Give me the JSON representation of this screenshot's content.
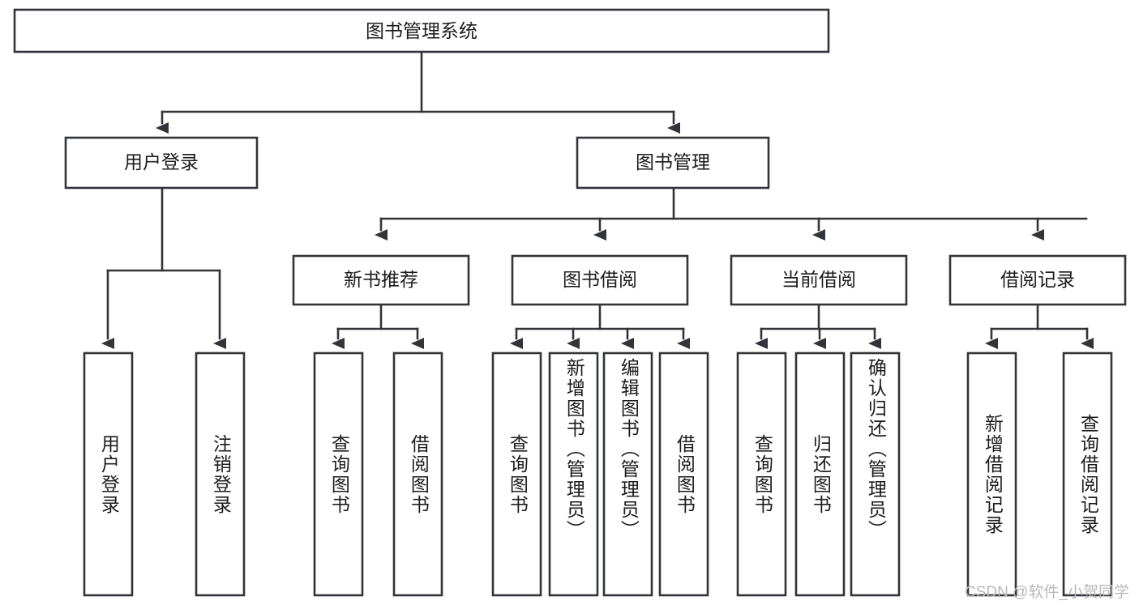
{
  "diagram": {
    "title": "图书管理系统",
    "type": "tree-hierarchy",
    "colors": {
      "stroke": "#32343a",
      "node_fill": "#ffffff",
      "text": "#1c1c1c",
      "background": "#ffffff",
      "watermark": "#b9b9b9"
    },
    "root": {
      "label": "图书管理系统"
    },
    "level2": [
      {
        "label": "用户登录"
      },
      {
        "label": "图书管理"
      }
    ],
    "level3": [
      {
        "label": "新书推荐"
      },
      {
        "label": "图书借阅"
      },
      {
        "label": "当前借阅"
      },
      {
        "label": "借阅记录"
      }
    ],
    "leaves": {
      "user_login": [
        {
          "label": "用户登录"
        },
        {
          "label": "注销登录"
        }
      ],
      "new_book_recommend": [
        {
          "label": "查询图书"
        },
        {
          "label": "借阅图书"
        }
      ],
      "book_borrow": [
        {
          "label": "查询图书"
        },
        {
          "label": "新增图书（管理员）"
        },
        {
          "label": "编辑图书（管理员）"
        },
        {
          "label": "借阅图书"
        }
      ],
      "current_borrow": [
        {
          "label": "查询图书"
        },
        {
          "label": "归还图书"
        },
        {
          "label": "确认归还（管理员）"
        }
      ],
      "borrow_record": [
        {
          "label": "新增借阅记录"
        },
        {
          "label": "查询借阅记录"
        }
      ]
    }
  },
  "watermark": {
    "text": "CSDN @软件_小贺同学"
  }
}
